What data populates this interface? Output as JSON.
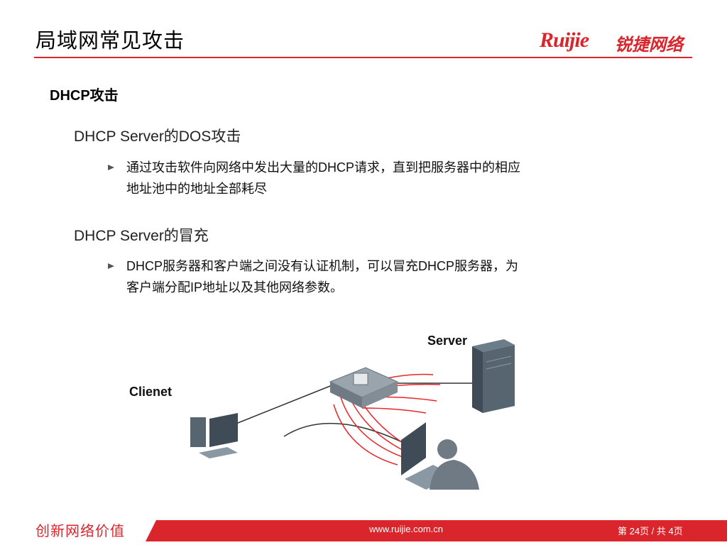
{
  "header": {
    "title": "局域网常见攻击",
    "logo_text": "Ruijie",
    "logo_cn": "锐捷网络"
  },
  "content": {
    "subtitle": "DHCP攻击",
    "sections": [
      {
        "heading": "DHCP Server的DOS攻击",
        "bullet_lines": [
          "通过攻击软件向网络中发出大量的DHCP请求，直到把服务器中的相应",
          "地址池中的地址全部耗尽"
        ]
      },
      {
        "heading": "DHCP Server的冒充",
        "bullet_lines": [
          "DHCP服务器和客户端之间没有认证机制，可以冒充DHCP服务器，为",
          "客户端分配IP地址以及其他网络参数。"
        ]
      }
    ]
  },
  "diagram": {
    "server_label": "Server",
    "client_label": "Clienet"
  },
  "footer": {
    "slogan": "创新网络价值",
    "url": "www.ruijie.com.cn",
    "page": "第 24页  / 共 4页"
  },
  "colors": {
    "brand_red": "#d9252b",
    "attack_lines": "#e8262a"
  }
}
